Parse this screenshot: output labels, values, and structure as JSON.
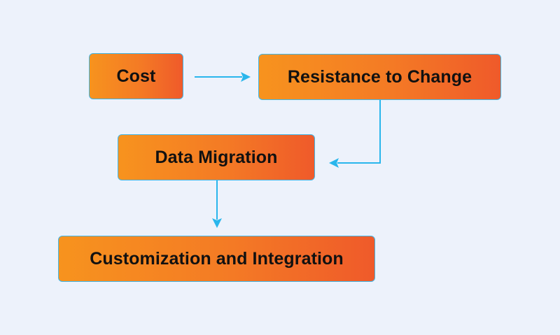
{
  "diagram": {
    "nodes": [
      {
        "id": "cost",
        "label": "Cost"
      },
      {
        "id": "resistance",
        "label": "Resistance to Change"
      },
      {
        "id": "migration",
        "label": "Data Migration"
      },
      {
        "id": "custom",
        "label": "Customization and Integration"
      }
    ],
    "edges": [
      {
        "from": "cost",
        "to": "resistance"
      },
      {
        "from": "resistance",
        "to": "migration"
      },
      {
        "from": "migration",
        "to": "custom"
      }
    ],
    "colors": {
      "background": "#edf2fb",
      "node_gradient_start": "#f7931e",
      "node_gradient_end": "#ef5a2a",
      "node_border": "#3fb6e8",
      "connector": "#29b6ec",
      "text": "#111111"
    }
  }
}
